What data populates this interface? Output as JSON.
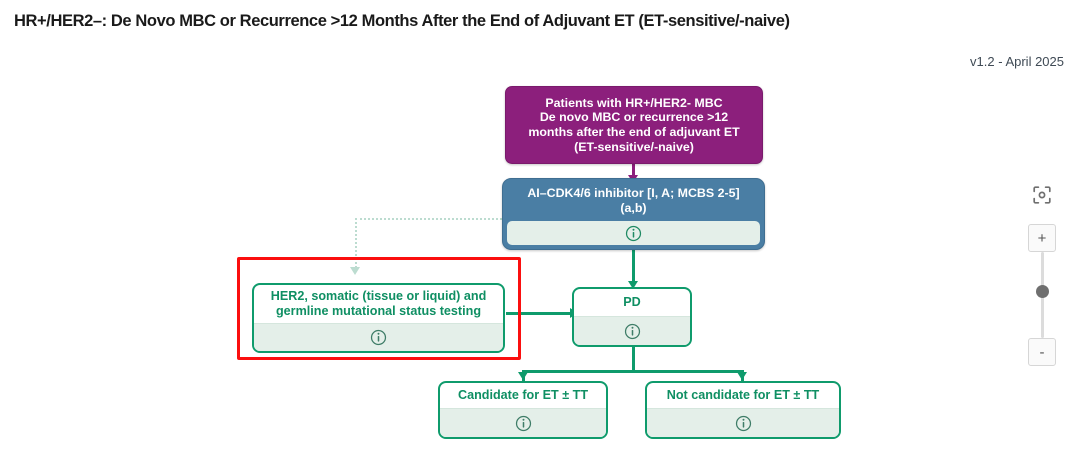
{
  "header": {
    "title": "HR+/HER2–: De Novo MBC or Recurrence >12 Months After the End of Adjuvant ET (ET-sensitive/-naive)",
    "version": "v1.2 - April 2025"
  },
  "colors": {
    "purple": "#8c1f7c",
    "blue": "#4a7ea4",
    "green": "#0f9b6c",
    "green_text": "#0f8f63",
    "info_bar": "#e4efe9",
    "selection_red": "#fb0f0f",
    "faded_edge": "#bcdcd0"
  },
  "diagram": {
    "nodes": [
      {
        "id": "patients",
        "label": "Patients with HR+/HER2- MBC\nDe novo MBC or recurrence >12\nmonths after the end of adjuvant ET\n(ET-sensitive/-naive)",
        "style": "purple",
        "has_info": false,
        "selected": false
      },
      {
        "id": "ai-cdk",
        "label": "AI–CDK4/6 inhibitor [I, A; MCBS 2-5]\n(a,b)",
        "style": "blue",
        "has_info": true,
        "info_label": "info-icon",
        "selected": false
      },
      {
        "id": "her2-testing",
        "label": "HER2, somatic (tissue or liquid) and\ngermline mutational status testing",
        "style": "green",
        "has_info": true,
        "info_label": "info-icon",
        "selected": true
      },
      {
        "id": "pd",
        "label": "PD",
        "style": "green",
        "has_info": true,
        "info_label": "info-icon",
        "selected": false
      },
      {
        "id": "candidate",
        "label": "Candidate for ET ± TT",
        "style": "green",
        "has_info": true,
        "info_label": "info-icon",
        "selected": false
      },
      {
        "id": "not-candidate",
        "label": "Not candidate for ET ± TT",
        "style": "green",
        "has_info": true,
        "info_label": "info-icon",
        "selected": false
      }
    ]
  },
  "controls": {
    "fit_view": "fit-view-icon",
    "zoom_in": "+",
    "zoom_out": "-"
  }
}
